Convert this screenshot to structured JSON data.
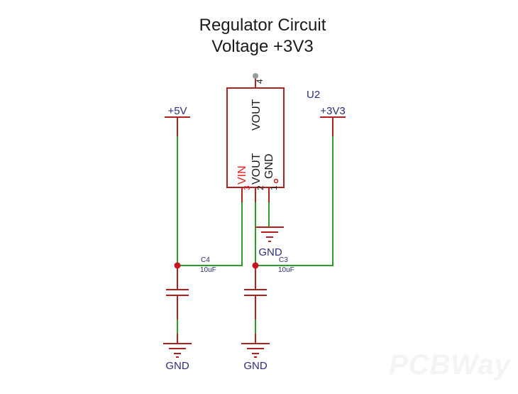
{
  "title": {
    "line1": "Regulator Circuit",
    "line2": "Voltage +3V3"
  },
  "components": {
    "regulator": {
      "ref": "U2",
      "pins": [
        {
          "number": "4",
          "name": "VOUT"
        },
        {
          "number": "3",
          "name": "VIN"
        },
        {
          "number": "2",
          "name": "VOUT"
        },
        {
          "number": "1",
          "name": "GND"
        }
      ]
    },
    "capacitors": [
      {
        "ref": "C4",
        "value": "10uF"
      },
      {
        "ref": "C3",
        "value": "10uF"
      }
    ],
    "power_ports": [
      {
        "name": "+5V"
      },
      {
        "name": "+3V3"
      }
    ],
    "grounds": [
      {
        "name": "GND"
      },
      {
        "name": "GND"
      },
      {
        "name": "GND"
      }
    ]
  },
  "colors": {
    "component": "#b21f1f",
    "wire": "#2aa02a",
    "junction": "#c8141e",
    "label": "#2b2f7a",
    "vin_pin": "#e02020"
  },
  "watermark": "PCBWay"
}
